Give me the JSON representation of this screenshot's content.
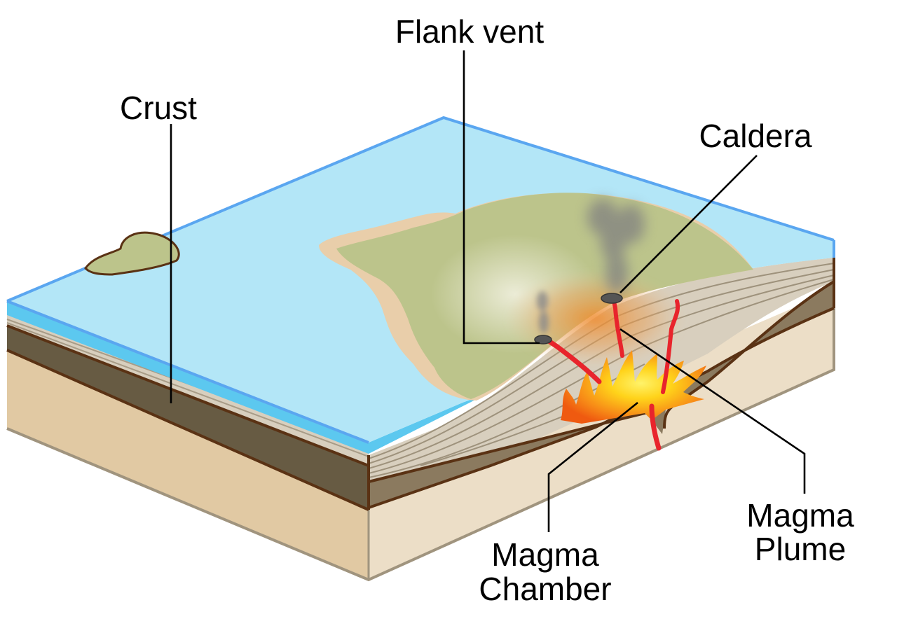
{
  "labels": {
    "flank_vent": "Flank vent",
    "crust": "Crust",
    "caldera": "Caldera",
    "magma_plume_1": "Magma",
    "magma_plume_2": "Plume",
    "magma_chamber_1": "Magma",
    "magma_chamber_2": "Chamber"
  },
  "colors": {
    "ocean": "#b3e6f7",
    "ocean_edge": "#5aa6f0",
    "ocean_side": "#5cc8ef",
    "land": "#bcc48b",
    "beach": "#e9ceaa",
    "crust_dark": "#675b43",
    "crust_mid": "#8b7a5f",
    "strata": "#d8cfbe",
    "mantle_front": "#e1c9a3",
    "mantle_side": "#ecdec7",
    "outline": "#5a3214",
    "magma_hot": "#ffd31a",
    "magma": "#f26a10",
    "dike": "#e8242c",
    "smoke": "#808080"
  }
}
